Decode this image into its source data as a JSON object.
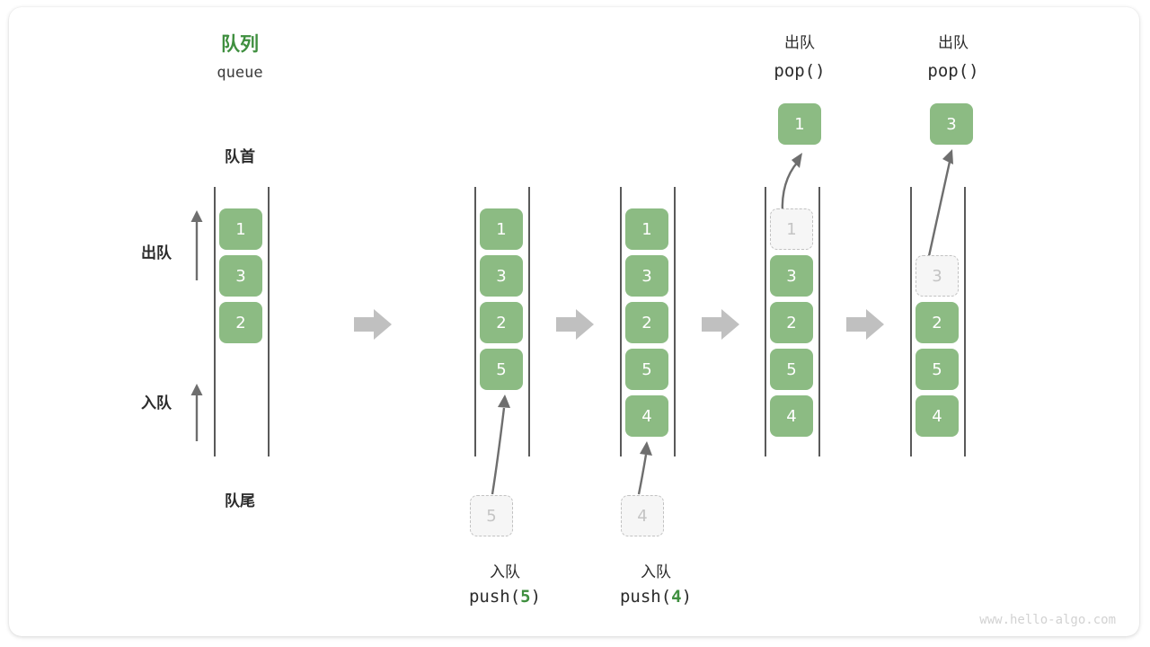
{
  "diagram": {
    "title_cn": "队列",
    "title_en": "queue",
    "head_label": "队首",
    "tail_label": "队尾",
    "dequeue_label": "出队",
    "enqueue_label": "入队",
    "watermark": "www.hello-algo.com",
    "colors": {
      "cell_fill": "#8cbb83",
      "cell_text": "#ffffff",
      "ghost_fill": "#f6f6f6",
      "ghost_border": "#c2c2c2",
      "ghost_text": "#c4c4c4",
      "accent_green": "#3f8f3f",
      "rail": "#5a5a5a",
      "step_arrow": "#c0c0c0",
      "text": "#2b2b2b"
    }
  },
  "steps": [
    {
      "id": "initial",
      "cells": [
        {
          "value": "1",
          "ghost": false
        },
        {
          "value": "3",
          "ghost": false
        },
        {
          "value": "2",
          "ghost": false
        }
      ],
      "op_cn": "",
      "op_code": "",
      "op_arg": "",
      "incoming": null,
      "outgoing": null
    },
    {
      "id": "push-5",
      "cells": [
        {
          "value": "1",
          "ghost": false
        },
        {
          "value": "3",
          "ghost": false
        },
        {
          "value": "2",
          "ghost": false
        },
        {
          "value": "5",
          "ghost": false
        }
      ],
      "op_cn": "入队",
      "op_code_prefix": "push(",
      "op_arg": "5",
      "op_code_suffix": ")",
      "incoming": {
        "value": "5"
      },
      "outgoing": null
    },
    {
      "id": "push-4",
      "cells": [
        {
          "value": "1",
          "ghost": false
        },
        {
          "value": "3",
          "ghost": false
        },
        {
          "value": "2",
          "ghost": false
        },
        {
          "value": "5",
          "ghost": false
        },
        {
          "value": "4",
          "ghost": false
        }
      ],
      "op_cn": "入队",
      "op_code_prefix": "push(",
      "op_arg": "4",
      "op_code_suffix": ")",
      "incoming": {
        "value": "4"
      },
      "outgoing": null
    },
    {
      "id": "pop-1",
      "cells": [
        {
          "value": "1",
          "ghost": true
        },
        {
          "value": "3",
          "ghost": false
        },
        {
          "value": "2",
          "ghost": false
        },
        {
          "value": "5",
          "ghost": false
        },
        {
          "value": "4",
          "ghost": false
        }
      ],
      "op_cn": "出队",
      "op_code_prefix": "pop(",
      "op_arg": "",
      "op_code_suffix": ")",
      "incoming": null,
      "outgoing": {
        "value": "1"
      }
    },
    {
      "id": "pop-3",
      "cells": [
        {
          "value": "",
          "ghost": false,
          "empty": true
        },
        {
          "value": "3",
          "ghost": true
        },
        {
          "value": "2",
          "ghost": false
        },
        {
          "value": "5",
          "ghost": false
        },
        {
          "value": "4",
          "ghost": false
        }
      ],
      "op_cn": "出队",
      "op_code_prefix": "pop(",
      "op_arg": "",
      "op_code_suffix": ")",
      "incoming": null,
      "outgoing": {
        "value": "3"
      }
    }
  ]
}
